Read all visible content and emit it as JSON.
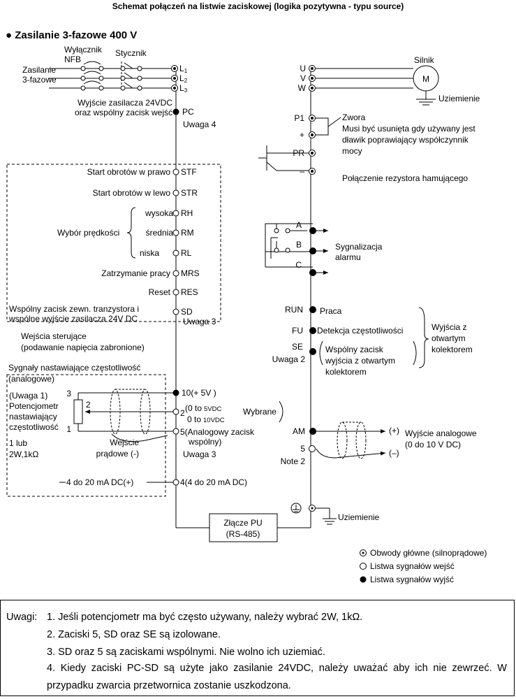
{
  "title": "Schemat połączeń na listwie zaciskowej (logika pozytywna - typu source)",
  "section": "Zasilanie 3-fazowe 400 V",
  "power": {
    "nfb": [
      "Wyłącznik",
      "NFB"
    ],
    "contactor": "Stycznik",
    "supply": [
      "Zasilanie",
      "3-fazowe"
    ],
    "l1": "L",
    "l1_sub": "1",
    "l2": "L",
    "l2_sub": "2",
    "l3": "L",
    "l3_sub": "3",
    "out_u": "U",
    "out_v": "V",
    "out_w": "W",
    "motor": "Silnik",
    "motor_m": "M",
    "earth1": "Uziemienie",
    "pc_desc": [
      "Wyjście zasilacza 24VDC",
      "oraz wspólny zacisk wejść"
    ],
    "pc": "PC",
    "note4": "Uwaga 4",
    "p1": "P1",
    "plus": "+",
    "jumper": "Zwora",
    "jumper_desc": [
      "Musi być usunięta gdy używany jest",
      "dławik poprawiający współczynnik",
      "mocy"
    ],
    "pr": "PR",
    "minus": "–",
    "brake": "Połączenie rezystora hamującego"
  },
  "inputs": {
    "stf_desc": "Start obrotów w prawo",
    "stf": "STF",
    "str_desc": "Start obrotów w lewo",
    "str": "STR",
    "high": "wysoka",
    "rh": "RH",
    "speed_sel": "Wybór prędkości",
    "mid": "średnia",
    "rm": "RM",
    "low": "niska",
    "rl": "RL",
    "mrs_desc": "Zatrzymanie pracy",
    "mrs": "MRS",
    "reset_desc": "Reset",
    "res": "RES",
    "sd_desc": [
      "Wspólny zacisk zewn. tranzystora i",
      "wspólne wyjście zasilacza 24V DC"
    ],
    "sd": "SD",
    "note3": "Uwaga 3",
    "ctrl": [
      "Wejścia sterujące",
      "(podawanie napięcia zabronione)"
    ]
  },
  "analog": {
    "heading": [
      "Sygnały nastawiające częstotliwość",
      "(analogowe)"
    ],
    "pin3": "3",
    "pin2": "2",
    "pin1": "1",
    "pot": [
      "(Uwaga 1)",
      "Potencjometr",
      "nastawiający",
      "częstotliwość"
    ],
    "pot_val": [
      "1 lub",
      "2W,1kΩ"
    ],
    "t10": "10(+ 5V )",
    "t2_num": "2",
    "v1": "(0 to",
    "v1_val": "5VDC",
    "v2": "0 to",
    "v2_val": "10VDC",
    "selected": "Wybrane",
    "t5": [
      "5(Analogowy zacisk",
      "wspólny)"
    ],
    "current_in": [
      "Wejście",
      "prądowe (-)"
    ],
    "note3": "Uwaga 3",
    "ma_in": "4 do 20 mA DC(+)",
    "t4": "4(4 do 20 mA DC)"
  },
  "outputs": {
    "a": "A",
    "b": "B",
    "c": "C",
    "alarm": [
      "Sygnalizacja",
      "alarmu"
    ],
    "run": "RUN",
    "run_desc": "Praca",
    "fu": "FU",
    "fu_desc": "Detekcja częstotliwości",
    "se": "SE",
    "note2": "Uwaga 2",
    "se_desc": [
      "Wspólny zacisk",
      "wyjścia z otwartym",
      "kolektorem"
    ],
    "oc": [
      "Wyjścia z",
      "otwartym",
      "kolektorem"
    ],
    "am": "AM",
    "am_plus": "(+)",
    "analog_out": [
      "Wyjście analogowe",
      "(0 do 10 V DC)"
    ],
    "t5": "5",
    "am_minus": "(–)",
    "note2b": "Note 2",
    "earth2": "Uziemienie",
    "pu": [
      "Złącze PU",
      "(RS-485)"
    ]
  },
  "legend": [
    "Obwody główne (silnoprądowe)",
    "Listwa sygnałów wejść",
    "Listwa sygnałów wyjść"
  ],
  "notes": {
    "head": "Uwagi:",
    "n1": "1. Jeśli potencjometr ma być często używany, należy wybrać 2W, 1kΩ.",
    "n2": "2. Zaciski 5, SD oraz SE są izolowane.",
    "n3": "3. SD oraz 5 są zaciskami wspólnymi. Nie wolno ich uziemiać.",
    "n4": "4. Kiedy zaciski PC-SD są użyte jako zasilanie 24VDC, należy uważać aby ich nie zewrzeć. W przypadku zwarcia przetwornica zostanie uszkodzona."
  }
}
